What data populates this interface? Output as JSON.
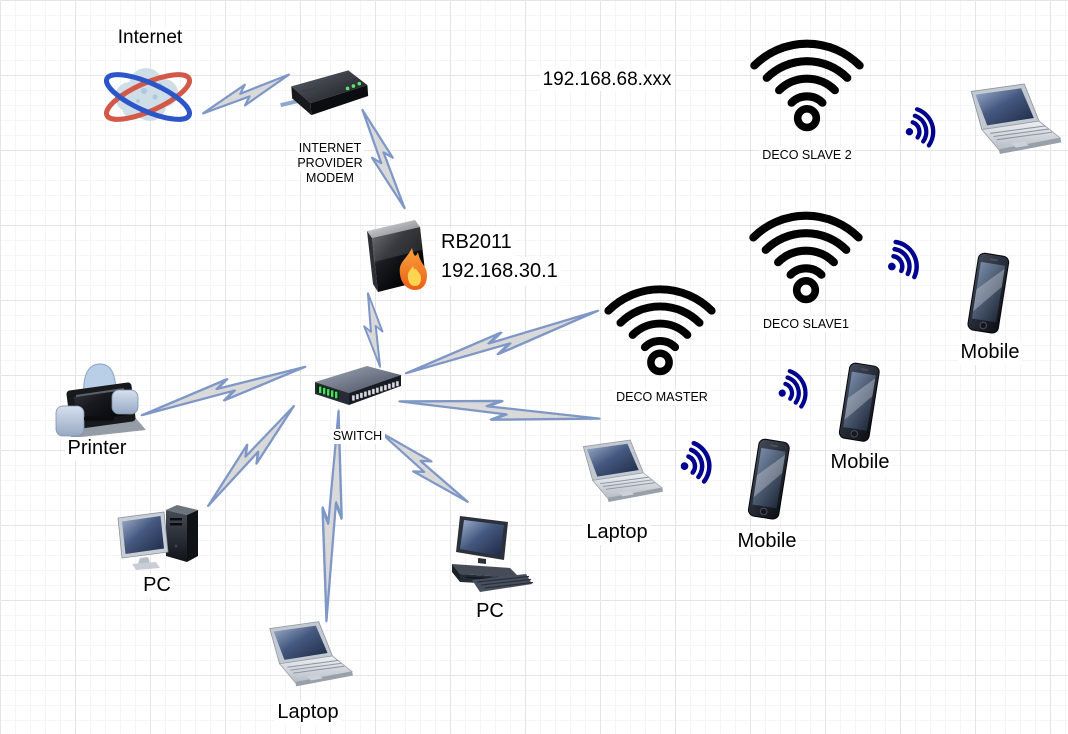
{
  "nodes": {
    "internet": {
      "label": "Internet"
    },
    "modem": {
      "label_lines": [
        "INTERNET",
        "PROVIDER",
        "MODEM"
      ]
    },
    "router": {
      "model": "RB2011",
      "ip": "192.168.30.1"
    },
    "subnet_note": {
      "label": "192.168.68.xxx"
    },
    "switch": {
      "label": "SWITCH"
    },
    "deco_master": {
      "label": "DECO MASTER"
    },
    "deco_slave1": {
      "label": "DECO SLAVE1"
    },
    "deco_slave2": {
      "label": "DECO SLAVE 2"
    },
    "printer": {
      "label": "Printer"
    },
    "pc_left": {
      "label": "PC"
    },
    "pc_center": {
      "label": "PC"
    },
    "laptop_bottom": {
      "label": "Laptop"
    },
    "laptop_mid": {
      "label": "Laptop"
    },
    "mobile_center": {
      "label": "Mobile"
    },
    "mobile_right": {
      "label": "Mobile"
    },
    "mobile_top": {
      "label": "Mobile"
    }
  },
  "edges": [
    {
      "from": "internet",
      "to": "modem"
    },
    {
      "from": "modem",
      "to": "router-rb2011"
    },
    {
      "from": "router-rb2011",
      "to": "switch"
    },
    {
      "from": "switch",
      "to": "printer"
    },
    {
      "from": "switch",
      "to": "pc-left"
    },
    {
      "from": "switch",
      "to": "laptop-bottom"
    },
    {
      "from": "switch",
      "to": "pc-center"
    },
    {
      "from": "switch",
      "to": "laptop-mid"
    },
    {
      "from": "switch",
      "to": "deco-master"
    }
  ],
  "colors": {
    "bolt_stroke": "#7e97c6",
    "bolt_fill": "#d9d9d9",
    "wifi_icon": "#000000",
    "signal_icon": "#00008f",
    "grid_minor": "#f5f5f5",
    "grid_major": "#e5e5e5"
  }
}
